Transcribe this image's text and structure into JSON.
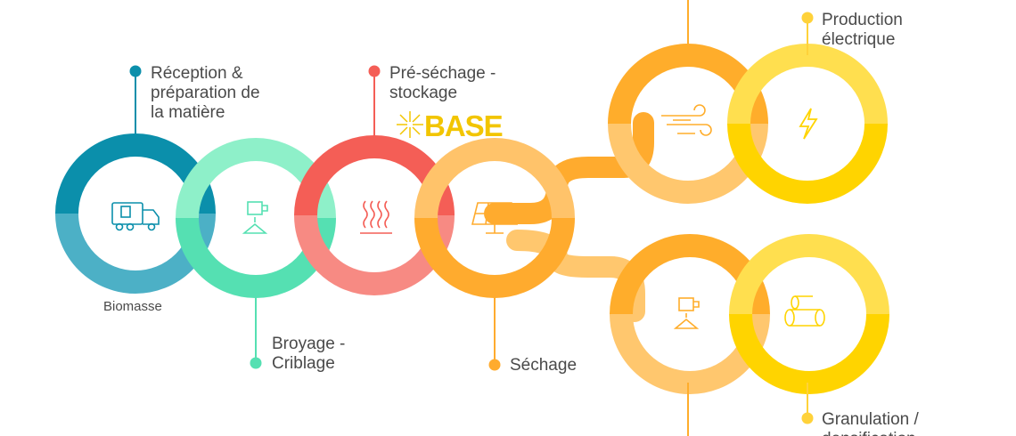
{
  "stages": {
    "reception": {
      "label_lines": [
        "Réception  &",
        "préparation de",
        "la matière"
      ],
      "colors": {
        "top": "#0b8fab",
        "bottom": "#4cb0c6",
        "dot": "#0b8fab"
      }
    },
    "biomasse": {
      "label": "Biomasse"
    },
    "broyage": {
      "label_lines": [
        "Broyage -",
        "Criblage"
      ],
      "colors": {
        "top": "#8ef0c9",
        "bottom": "#55e0b2",
        "dot": "#55e0b2"
      }
    },
    "pre_sechage": {
      "label_lines": [
        "Pré-séchage -",
        "stockage"
      ],
      "brand": "BASE",
      "colors": {
        "top": "#f45e56",
        "bottom": "#f78a83",
        "dot": "#f45e56",
        "brand": "#f2c500"
      }
    },
    "sechage": {
      "label": "Séchage",
      "colors": {
        "top": "#ffc36a",
        "bottom": "#ffab2e",
        "dot": "#ffab2e"
      }
    },
    "production": {
      "label_lines": [
        "Production",
        "électrique"
      ],
      "colors": {
        "ring_a": "#ffad2b",
        "ring_b": "#ffc76e",
        "ring_c": "#ffdf4f",
        "ring_d": "#ffd400",
        "dot": "#ffd23a"
      }
    },
    "granulation": {
      "label_lines": [
        "Granulation /",
        "densification"
      ],
      "colors": {
        "ring_a": "#ffad2b",
        "ring_b": "#ffc76e",
        "ring_c": "#ffdf4f",
        "ring_d": "#ffd400",
        "dot": "#ffd23a"
      }
    }
  },
  "icons": [
    "truck-icon",
    "grinder-icon",
    "heat-icon",
    "solar-panel-icon",
    "wind-icon",
    "lightning-icon",
    "grinder-icon",
    "pellets-icon"
  ]
}
